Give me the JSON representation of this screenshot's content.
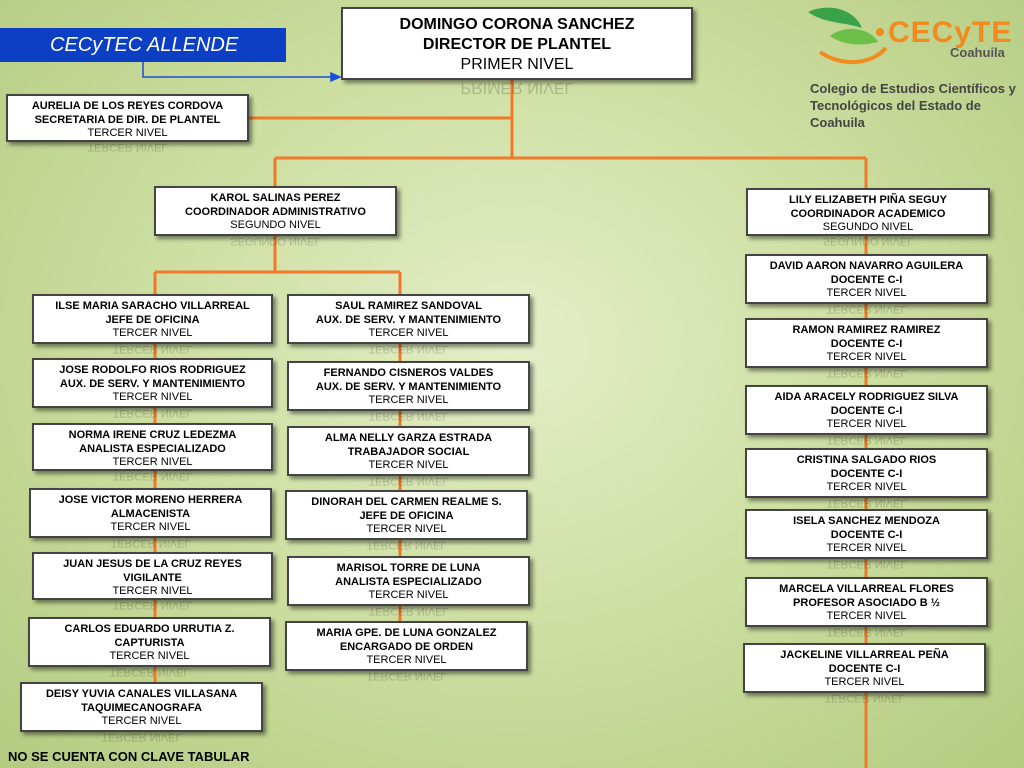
{
  "school_label": "CECyTEC ALLENDE",
  "logo": {
    "word": "CECyTE",
    "state": "Coahuila",
    "line1": "Colegio de Estudios Científicos y",
    "line2": "Tecnológicos del Estado de Coahuila"
  },
  "footer": "NO SE CUENTA CON CLAVE TABULAR",
  "colors": {
    "connector": "#f07a2a",
    "school_bg": "#0d3fc4",
    "arrow": "#1a4fd6"
  },
  "boxes": {
    "director": {
      "name": "DOMINGO CORONA SANCHEZ",
      "role": "DIRECTOR DE PLANTEL",
      "level": "PRIMER NIVEL"
    },
    "secretaria": {
      "name": "AURELIA DE LOS REYES CORDOVA",
      "role": "SECRETARIA DE DIR. DE PLANTEL",
      "level": "TERCER NIVEL"
    },
    "coord_admin": {
      "name": "KAROL SALINAS PEREZ",
      "role": "COORDINADOR ADMINISTRATIVO",
      "level": "SEGUNDO NIVEL"
    },
    "coord_acad": {
      "name": "LILY ELIZABETH PIÑA SEGUY",
      "role": "COORDINADOR ACADEMICO",
      "level": "SEGUNDO NIVEL"
    },
    "a1": {
      "name": "ILSE MARIA SARACHO VILLARREAL",
      "role": "JEFE DE OFICINA",
      "level": "TERCER NIVEL"
    },
    "a2": {
      "name": "JOSE RODOLFO RIOS RODRIGUEZ",
      "role": "AUX. DE SERV. Y MANTENIMIENTO",
      "level": "TERCER NIVEL"
    },
    "a3": {
      "name": "NORMA IRENE CRUZ LEDEZMA",
      "role": "ANALISTA ESPECIALIZADO",
      "level": "TERCER NIVEL"
    },
    "a4": {
      "name": "JOSE VICTOR MORENO HERRERA",
      "role": "ALMACENISTA",
      "level": "TERCER NIVEL"
    },
    "a5": {
      "name": "JUAN JESUS DE LA CRUZ REYES",
      "role": "VIGILANTE",
      "level": "TERCER NIVEL"
    },
    "a6": {
      "name": "CARLOS EDUARDO URRUTIA Z.",
      "role": "CAPTURISTA",
      "level": "TERCER NIVEL"
    },
    "a7": {
      "name": "DEISY YUVIA CANALES VILLASANA",
      "role": "TAQUIMECANOGRAFA",
      "level": "TERCER NIVEL"
    },
    "b1": {
      "name": "SAUL RAMIREZ SANDOVAL",
      "role": "AUX. DE SERV. Y MANTENIMIENTO",
      "level": "TERCER NIVEL"
    },
    "b2": {
      "name": "FERNANDO CISNEROS VALDES",
      "role": "AUX. DE SERV. Y MANTENIMIENTO",
      "level": "TERCER NIVEL"
    },
    "b3": {
      "name": "ALMA NELLY GARZA ESTRADA",
      "role": "TRABAJADOR SOCIAL",
      "level": "TERCER NIVEL"
    },
    "b4": {
      "name": "DINORAH DEL CARMEN REALME S.",
      "role": "JEFE DE OFICINA",
      "level": "TERCER NIVEL"
    },
    "b5": {
      "name": "MARISOL TORRE DE LUNA",
      "role": "ANALISTA ESPECIALIZADO",
      "level": "TERCER NIVEL"
    },
    "b6": {
      "name": "MARIA GPE. DE LUNA GONZALEZ",
      "role": "ENCARGADO DE ORDEN",
      "level": "TERCER NIVEL"
    },
    "c1": {
      "name": "DAVID AARON NAVARRO AGUILERA",
      "role": "DOCENTE C-I",
      "level": "TERCER NIVEL"
    },
    "c2": {
      "name": "RAMON RAMIREZ RAMIREZ",
      "role": "DOCENTE C-I",
      "level": "TERCER NIVEL"
    },
    "c3": {
      "name": "AIDA ARACELY RODRIGUEZ SILVA",
      "role": "DOCENTE C-I",
      "level": "TERCER NIVEL"
    },
    "c4": {
      "name": "CRISTINA SALGADO RIOS",
      "role": "DOCENTE C-I",
      "level": "TERCER NIVEL"
    },
    "c5": {
      "name": "ISELA SANCHEZ MENDOZA",
      "role": "DOCENTE C-I",
      "level": "TERCER NIVEL"
    },
    "c6": {
      "name": "MARCELA VILLARREAL FLORES",
      "role": "PROFESOR ASOCIADO B ½",
      "level": "TERCER NIVEL"
    },
    "c7": {
      "name": "JACKELINE VILLARREAL PEÑA",
      "role": "DOCENTE C-I",
      "level": "TERCER NIVEL"
    }
  }
}
